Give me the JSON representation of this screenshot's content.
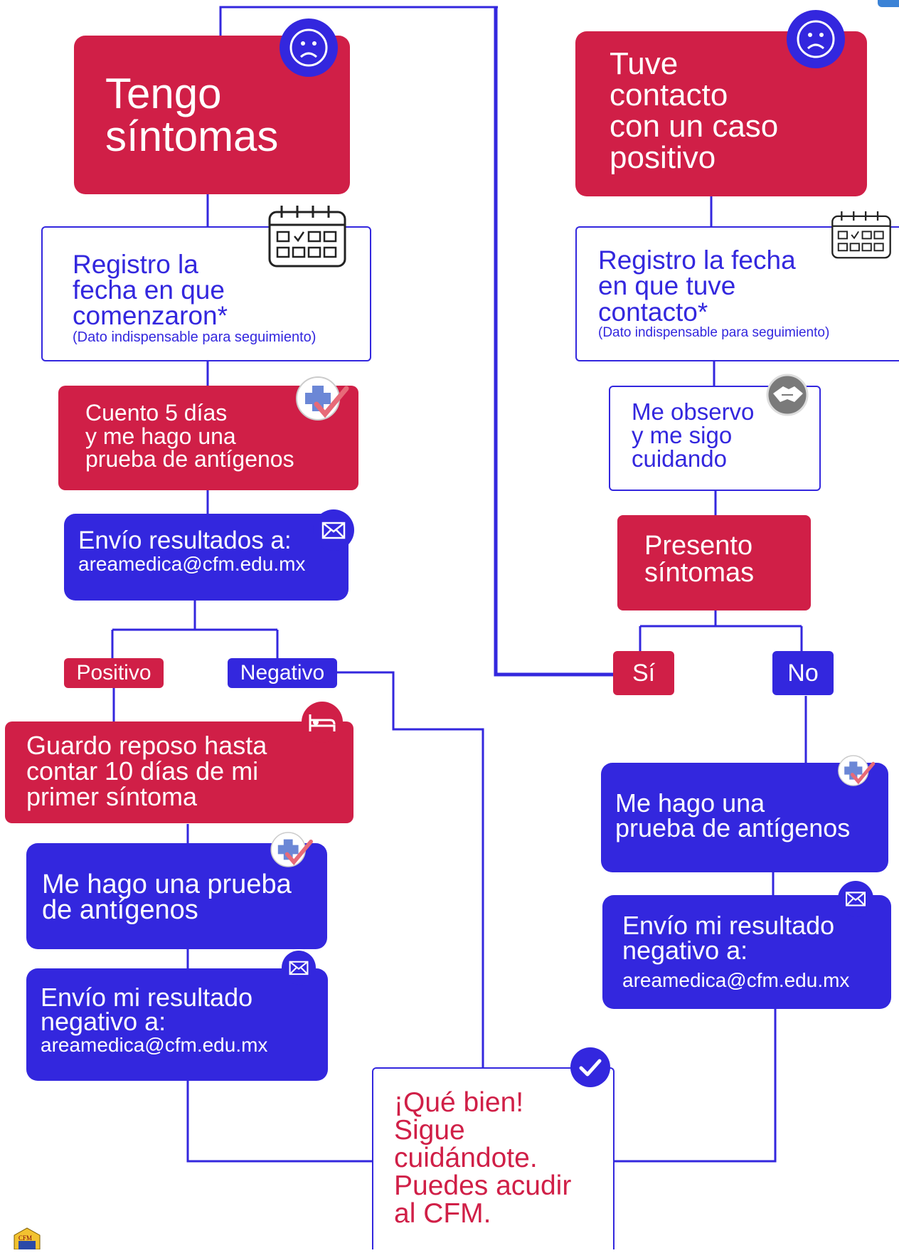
{
  "colors": {
    "red": "#d01f47",
    "blue": "#3327de",
    "white": "#ffffff"
  },
  "left_branch": {
    "start": {
      "title": "Tengo\nsíntomas",
      "icon": "sad-face-icon"
    },
    "register": {
      "text": "Registro la\nfecha en que\ncomenzaron*",
      "note": "(Dato indispensable para seguimiento)",
      "icon": "calendar-icon"
    },
    "count": {
      "text": "Cuento 5 días\ny me hago una\nprueba de antígenos",
      "icon": "medical-test-icon"
    },
    "send": {
      "text": "Envío resultados a:",
      "email": "areamedica@cfm.edu.mx",
      "icon": "mail-icon"
    },
    "positive_label": "Positivo",
    "negative_label": "Negativo",
    "rest": {
      "text": "Guardo reposo hasta\ncontar 10 días de mi\nprimer síntoma",
      "icon": "bed-icon"
    },
    "test_again": {
      "text": "Me hago una prueba\nde antígenos",
      "icon": "medical-test-icon"
    },
    "send_negative": {
      "text": "Envío mi resultado\nnegativo a:",
      "email": "areamedica@cfm.edu.mx",
      "icon": "mail-icon"
    }
  },
  "right_branch": {
    "start": {
      "title": "Tuve\ncontacto\ncon un caso\npositivo",
      "icon": "sad-face-icon"
    },
    "register": {
      "text": "Registro la fecha\nen que tuve\ncontacto*",
      "note": "(Dato indispensable para seguimiento)",
      "icon": "calendar-icon"
    },
    "observe": {
      "text": "Me observo\ny me sigo\ncuidando",
      "icon": "handshake-icon"
    },
    "symptoms": {
      "text": "Presento\nsíntomas"
    },
    "yes_label": "Sí",
    "no_label": "No",
    "test": {
      "text": "Me hago una\nprueba de antígenos",
      "icon": "medical-test-icon"
    },
    "send_negative": {
      "text": "Envío mi resultado\nnegativo a:",
      "email": "areamedica@cfm.edu.mx",
      "icon": "mail-icon"
    }
  },
  "final": {
    "text": "¡Qué bien!\nSigue\ncuidándote.\nPuedes acudir\nal CFM.",
    "icon": "check-circle-icon"
  },
  "logo": {
    "text": "CFM"
  }
}
